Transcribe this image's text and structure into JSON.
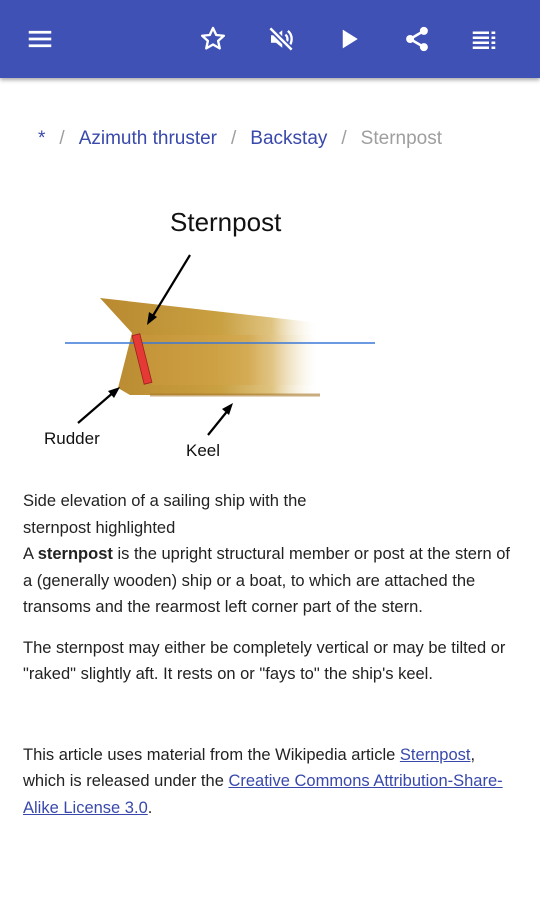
{
  "app_bar": {
    "background": "#3f51b5",
    "icons": [
      "menu-icon",
      "star-icon",
      "volume-off-icon",
      "play-icon",
      "share-icon",
      "playlist-icon"
    ]
  },
  "breadcrumb": {
    "home": "*",
    "items": [
      "Azimuth thruster",
      "Backstay"
    ],
    "current": "Sternpost",
    "separator": "/"
  },
  "figure": {
    "title": "Sternpost",
    "labels": {
      "rudder": "Rudder",
      "keel": "Keel"
    },
    "caption_line1": "Side elevation of a sailing ship with the",
    "caption_line2": "sternpost highlighted"
  },
  "article": {
    "p1_prefix": "A ",
    "p1_bold": "sternpost",
    "p1_rest": " is the upright structural member or post at the stern of a (generally wooden) ship or a boat, to which are attached the transoms and the rearmost left corner part of the stern.",
    "p2": "The sternpost may either be completely vertical or may be tilted or \"raked\" slightly aft. It rests on or \"fays to\" the ship's keel.",
    "attribution_prefix": "This article uses material from the Wikipedia article ",
    "attribution_link": "Sternpost",
    "attribution_middle": ", which is released under the ",
    "license_link": "Creative Commons Attribution-Share-Alike License 3.0",
    "attribution_suffix": "."
  }
}
